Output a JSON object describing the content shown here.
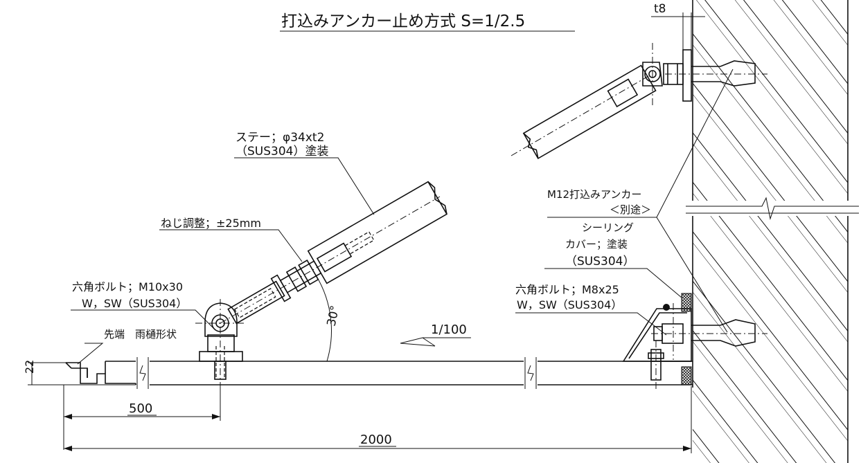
{
  "title": "打込みアンカー止め方式 S=1/2.5",
  "labels": {
    "stay_line1": "ステー；φ34xt2",
    "stay_line2": "（SUS304）塗装",
    "screw": "ねじ調整；±25mm",
    "bolt_left_line1": "六角ボルト；M10x30",
    "bolt_left_line2": "W，SW（SUS304）",
    "tip": "先端　雨樋形状",
    "slope": "1/100",
    "angle": "30°",
    "anchor_line1": "M12打込みアンカー",
    "anchor_line2": "＜別途＞",
    "sealing": "シーリング",
    "cover_line1": "カバー；塗装",
    "cover_line2": "（SUS304）",
    "bolt_right_line1": "六角ボルト；M8x25",
    "bolt_right_line2": "W，SW（SUS304）",
    "plate": "t8"
  },
  "dimensions": {
    "height": "22",
    "tip_to_bolt": "500",
    "total": "2000"
  }
}
